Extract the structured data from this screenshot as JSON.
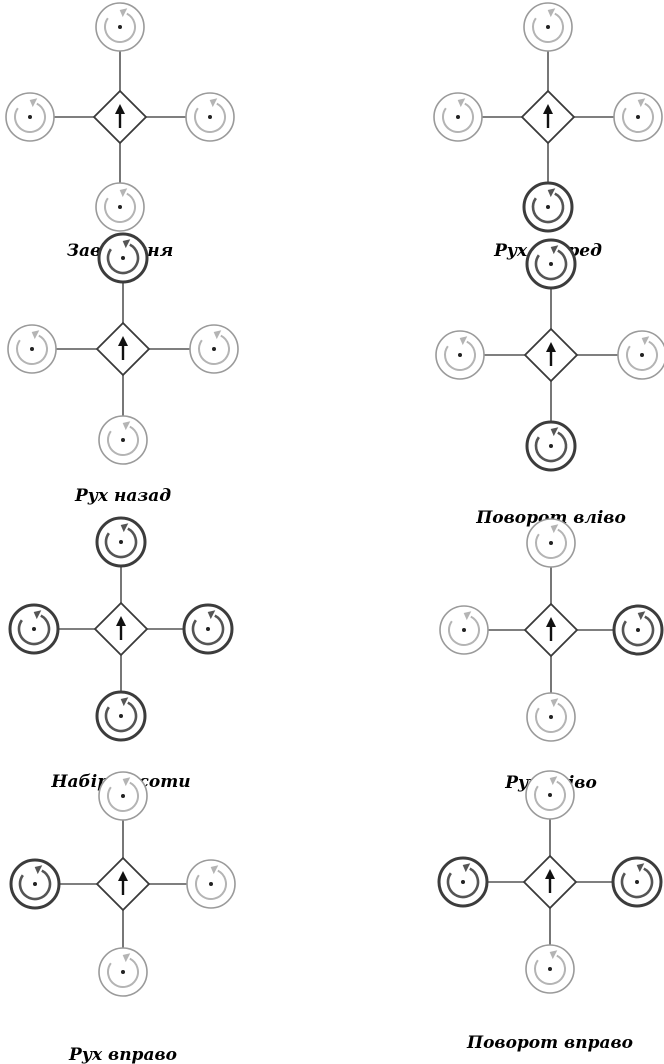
{
  "colors": {
    "frame": "#555555",
    "rotor_ring_thin": "#9a9a9a",
    "rotor_ring_thick": "#3c3c3c",
    "arrow_slow": "#b4b4b4",
    "arrow_fast": "#555555",
    "caption": "#000000"
  },
  "legend": {
    "rotor_positions": [
      "top",
      "left",
      "right",
      "bottom"
    ],
    "direction_icon": "up-arrow-icon"
  },
  "panels": [
    {
      "caption": "Зависання",
      "rotors": {
        "top": "thin",
        "left": "thin",
        "right": "thin",
        "bottom": "thin"
      }
    },
    {
      "caption": "Рух вперед",
      "rotors": {
        "top": "thin",
        "left": "thin",
        "right": "thin",
        "bottom": "thick"
      }
    },
    {
      "caption": "Рух назад",
      "rotors": {
        "top": "thick",
        "left": "thin",
        "right": "thin",
        "bottom": "thin"
      }
    },
    {
      "caption": "Поворот вліво",
      "rotors": {
        "top": "thick",
        "left": "thin",
        "right": "thin",
        "bottom": "thick"
      }
    },
    {
      "caption": "Набір висоти",
      "rotors": {
        "top": "thick",
        "left": "thick",
        "right": "thick",
        "bottom": "thick"
      }
    },
    {
      "caption": "Рух вліво",
      "rotors": {
        "top": "thin",
        "left": "thin",
        "right": "thick",
        "bottom": "thin"
      }
    },
    {
      "caption": "Рух вправо",
      "rotors": {
        "top": "thin",
        "left": "thick",
        "right": "thin",
        "bottom": "thin"
      }
    },
    {
      "caption": "Поворот вправо",
      "rotors": {
        "top": "thin",
        "left": "thick",
        "right": "thick",
        "bottom": "thin"
      }
    }
  ]
}
